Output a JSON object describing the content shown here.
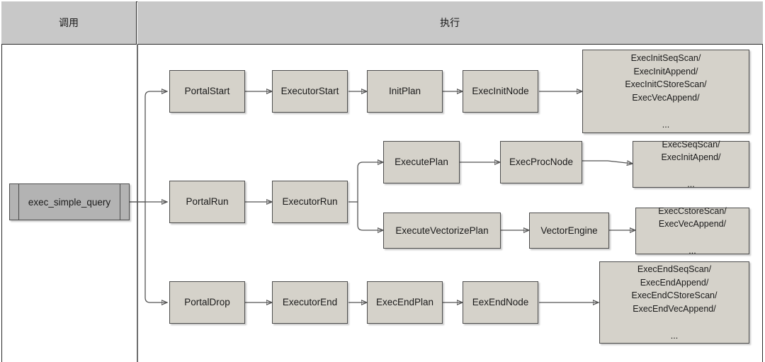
{
  "diagram": {
    "type": "flowchart",
    "lanes": [
      {
        "id": "call",
        "label": "调用"
      },
      {
        "id": "execute",
        "label": "执行"
      }
    ],
    "entry_node": {
      "label": "exec_simple_query",
      "shape": "predefined-process"
    },
    "rows": [
      {
        "id": "init-row",
        "nodes": [
          {
            "label": "PortalStart"
          },
          {
            "label": "ExecutorStart"
          },
          {
            "label": "InitPlan"
          },
          {
            "label": "ExecInitNode"
          },
          {
            "label": "ExecInitSeqScan/\nExecInitAppend/\nExecInitCStoreScan/\nExecVecAppend/\n\n..."
          }
        ]
      },
      {
        "id": "run-row",
        "nodes": [
          {
            "label": "PortalRun"
          },
          {
            "label": "ExecutorRun"
          }
        ],
        "branches": [
          {
            "id": "row-branch",
            "nodes": [
              {
                "label": "ExecutePlan"
              },
              {
                "label": "ExecProcNode"
              },
              {
                "label": "ExecSeqScan/\nExecInitApend/\n\n..."
              }
            ]
          },
          {
            "id": "vector-branch",
            "nodes": [
              {
                "label": "ExecuteVectorizePlan"
              },
              {
                "label": "VectorEngine"
              },
              {
                "label": "ExecCstoreScan/\nExecVecAppend/\n\n..."
              }
            ]
          }
        ]
      },
      {
        "id": "end-row",
        "nodes": [
          {
            "label": "PortalDrop"
          },
          {
            "label": "ExecutorEnd"
          },
          {
            "label": "ExecEndPlan"
          },
          {
            "label": "EexEndNode"
          },
          {
            "label": "ExecEndSeqScan/\nExecEndAppend/\nExecEndCStoreScan/\nExecEndVecAppend/\n\n..."
          }
        ]
      }
    ],
    "colors": {
      "node_fill": "#d5d2ca",
      "node_border": "#4d4d4d",
      "lane_header_fill": "#c8c8c8",
      "entry_fill": "#b3b3b3",
      "connector": "#555555",
      "background": "#ffffff"
    }
  }
}
